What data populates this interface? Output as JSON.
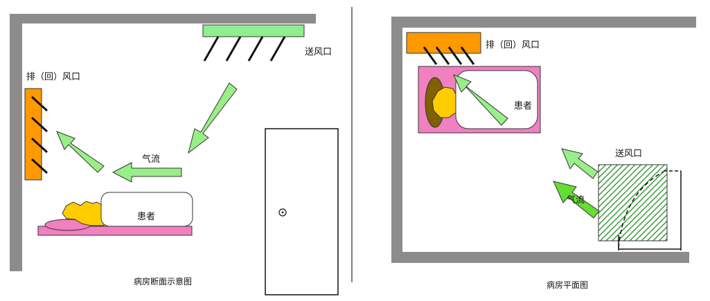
{
  "left_panel": {
    "supply_label": "送风口",
    "exhaust_label": "排（回）风口",
    "airflow_label": "气流",
    "patient_label": "患者",
    "caption": "病房断面示意图"
  },
  "right_panel": {
    "exhaust_label": "排（回）风口",
    "patient_label": "患者",
    "supply_label": "送风口",
    "airflow_label": "气流",
    "caption": "病房平面图"
  },
  "colors": {
    "wall": "#8c8c8c",
    "supply_vent": "#90ee90",
    "exhaust_vent": "#ff9900",
    "bed": "#f080c0",
    "patient_head": "#ffcc00",
    "airflow_arrow": "#99ee88",
    "airflow_arrow_dark": "#66dd33"
  }
}
